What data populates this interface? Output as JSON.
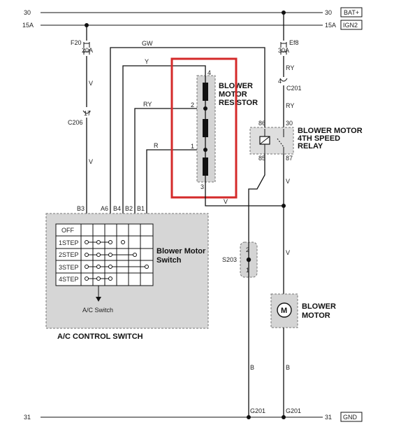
{
  "rails": {
    "top_left_num": "30",
    "top_right_num": "30",
    "top_tag": "BAT+",
    "ign_left_num": "15A",
    "ign_right_num": "15A",
    "ign_tag": "IGN2",
    "gnd_left_num": "31",
    "gnd_right_num": "31",
    "gnd_tag": "GND"
  },
  "fuses": {
    "f20_name": "F20",
    "f20_rating": "20A",
    "ef8_name": "Ef8",
    "ef8_rating": "30A"
  },
  "wires": {
    "gw": "GW",
    "y": "Y",
    "ry": "RY",
    "r": "R",
    "v_left": "V",
    "v_left2": "V",
    "ry_right": "RY",
    "ry_right2": "RY",
    "v_mid": "V",
    "v_right1": "V",
    "v_right2": "V",
    "b_left": "B",
    "b_right": "B"
  },
  "connectors": {
    "c206_pin": "17",
    "c206": "C206",
    "c201_pin": "4",
    "c201": "C201",
    "s203": "S203",
    "s203_pin_top": "2",
    "s203_pin_bot": "1",
    "g201_left": "G201",
    "g201_right": "G201"
  },
  "resistor": {
    "label_line1": "BLOWER",
    "label_line2": "MOTOR",
    "label_line3": "RESISTOR",
    "pin4": "4",
    "pin2": "2",
    "pin1": "1",
    "pin3": "3"
  },
  "relay": {
    "label_line1": "BLOWER MOTOR",
    "label_line2": "4TH SPEED",
    "label_line3": "RELAY",
    "pin86": "86",
    "pin30": "30",
    "pin85": "85",
    "pin87": "87"
  },
  "motor": {
    "symbol": "M",
    "label_line1": "BLOWER",
    "label_line2": "MOTOR"
  },
  "switch": {
    "pins": [
      "B3",
      "A6",
      "B4",
      "B2",
      "B1"
    ],
    "rows": [
      "OFF",
      "1STEP",
      "2STEP",
      "3STEP",
      "4STEP"
    ],
    "label_line1": "Blower Motor",
    "label_line2": "Switch",
    "ac_switch": "A/C Switch",
    "panel_title": "A/C CONTROL SWITCH"
  },
  "highlight_color": "#d42a2a"
}
